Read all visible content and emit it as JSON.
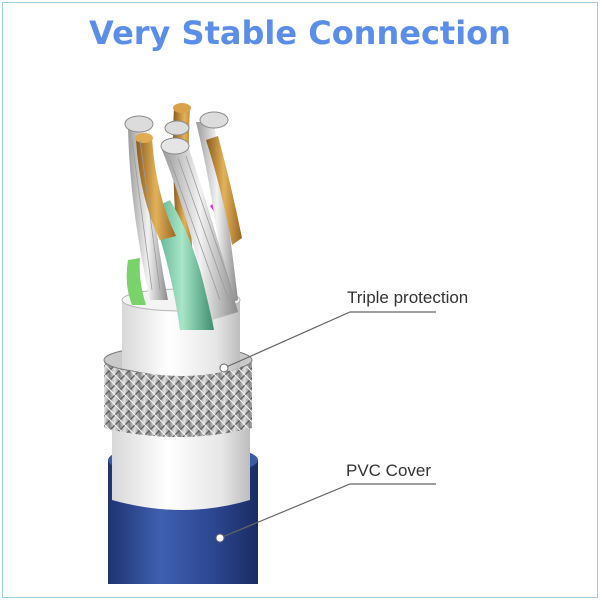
{
  "headline": "Very Stable Connection",
  "callouts": {
    "triple_protection": "Triple protection",
    "pvc_cover": "PVC Cover"
  },
  "colors": {
    "headline": "#5b8ee8",
    "frame_border": "#9fd0e6",
    "outer_jacket": "#2f4a94",
    "wire_gold": "#c8913a",
    "wire_green": "#8fd3b4",
    "wire_silver": "#d4d4d4",
    "wire_magenta": "#c23cc9",
    "braid": "#b8b8b8",
    "leader_line": "#666666"
  }
}
